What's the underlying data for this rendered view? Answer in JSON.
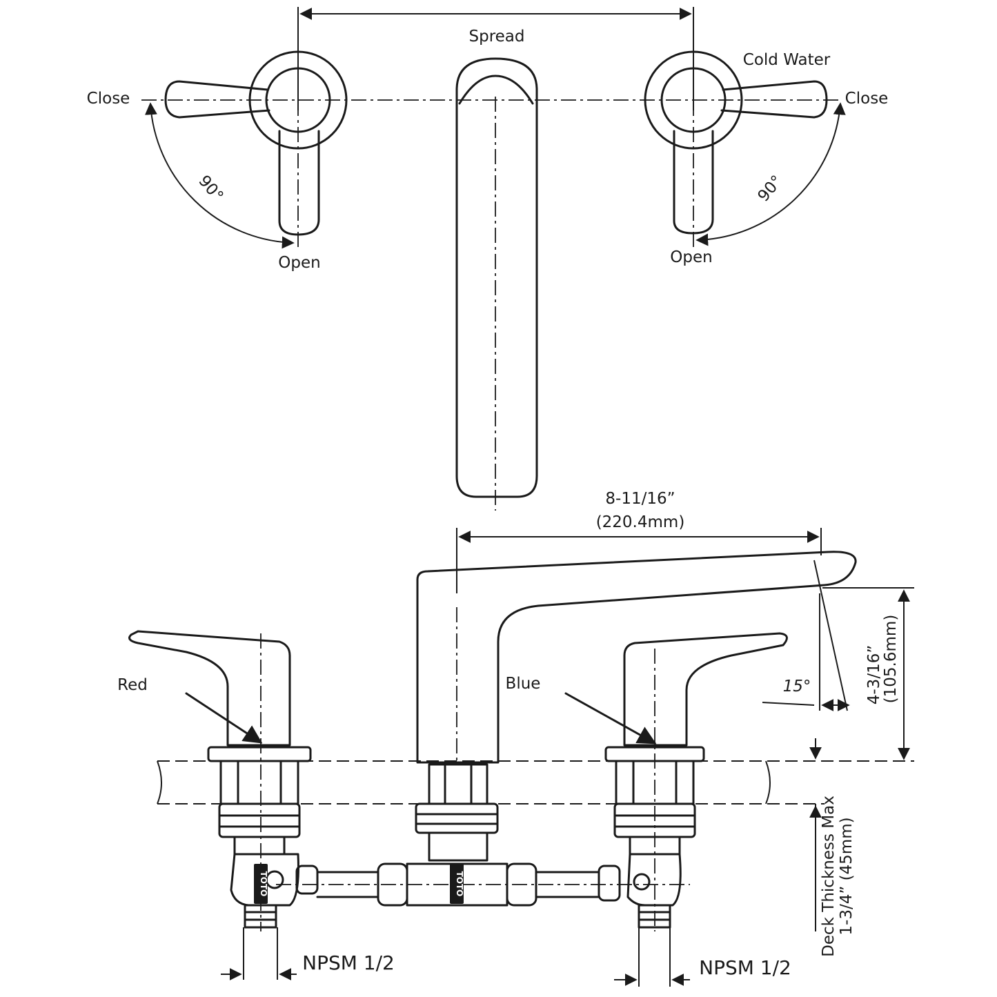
{
  "labels": {
    "spread": "Spread",
    "cold_water": "Cold Water",
    "close_left": "Close",
    "close_right": "Close",
    "open_left": "Open",
    "open_right": "Open",
    "angle_left": "90°",
    "angle_right": "90°",
    "spout_length_in": "8-11/16”",
    "spout_length_mm": "(220.4mm)",
    "spout_height_in": "4-3/16”",
    "spout_height_mm": "(105.6mm)",
    "spout_angle": "15°",
    "red": "Red",
    "blue": "Blue",
    "deck_thickness_line1": "Deck Thickness Max",
    "deck_thickness_line2": "1-3/4” (45mm)",
    "npsm_left": "NPSM 1/2",
    "npsm_right": "NPSM 1/2",
    "brand_mark": "TOTO"
  },
  "colors": {
    "line": "#1a1a1a",
    "background": "#ffffff"
  }
}
